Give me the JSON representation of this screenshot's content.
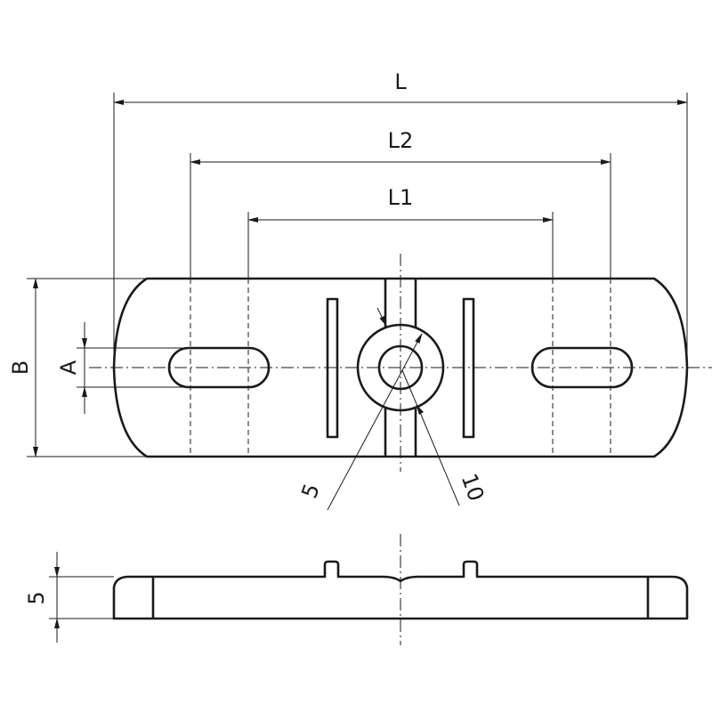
{
  "labels": {
    "L": "L",
    "L2": "L2",
    "L1": "L1",
    "B": "B",
    "A": "A",
    "radius_inner": "5",
    "radius_outer": "10",
    "thickness": "5"
  }
}
